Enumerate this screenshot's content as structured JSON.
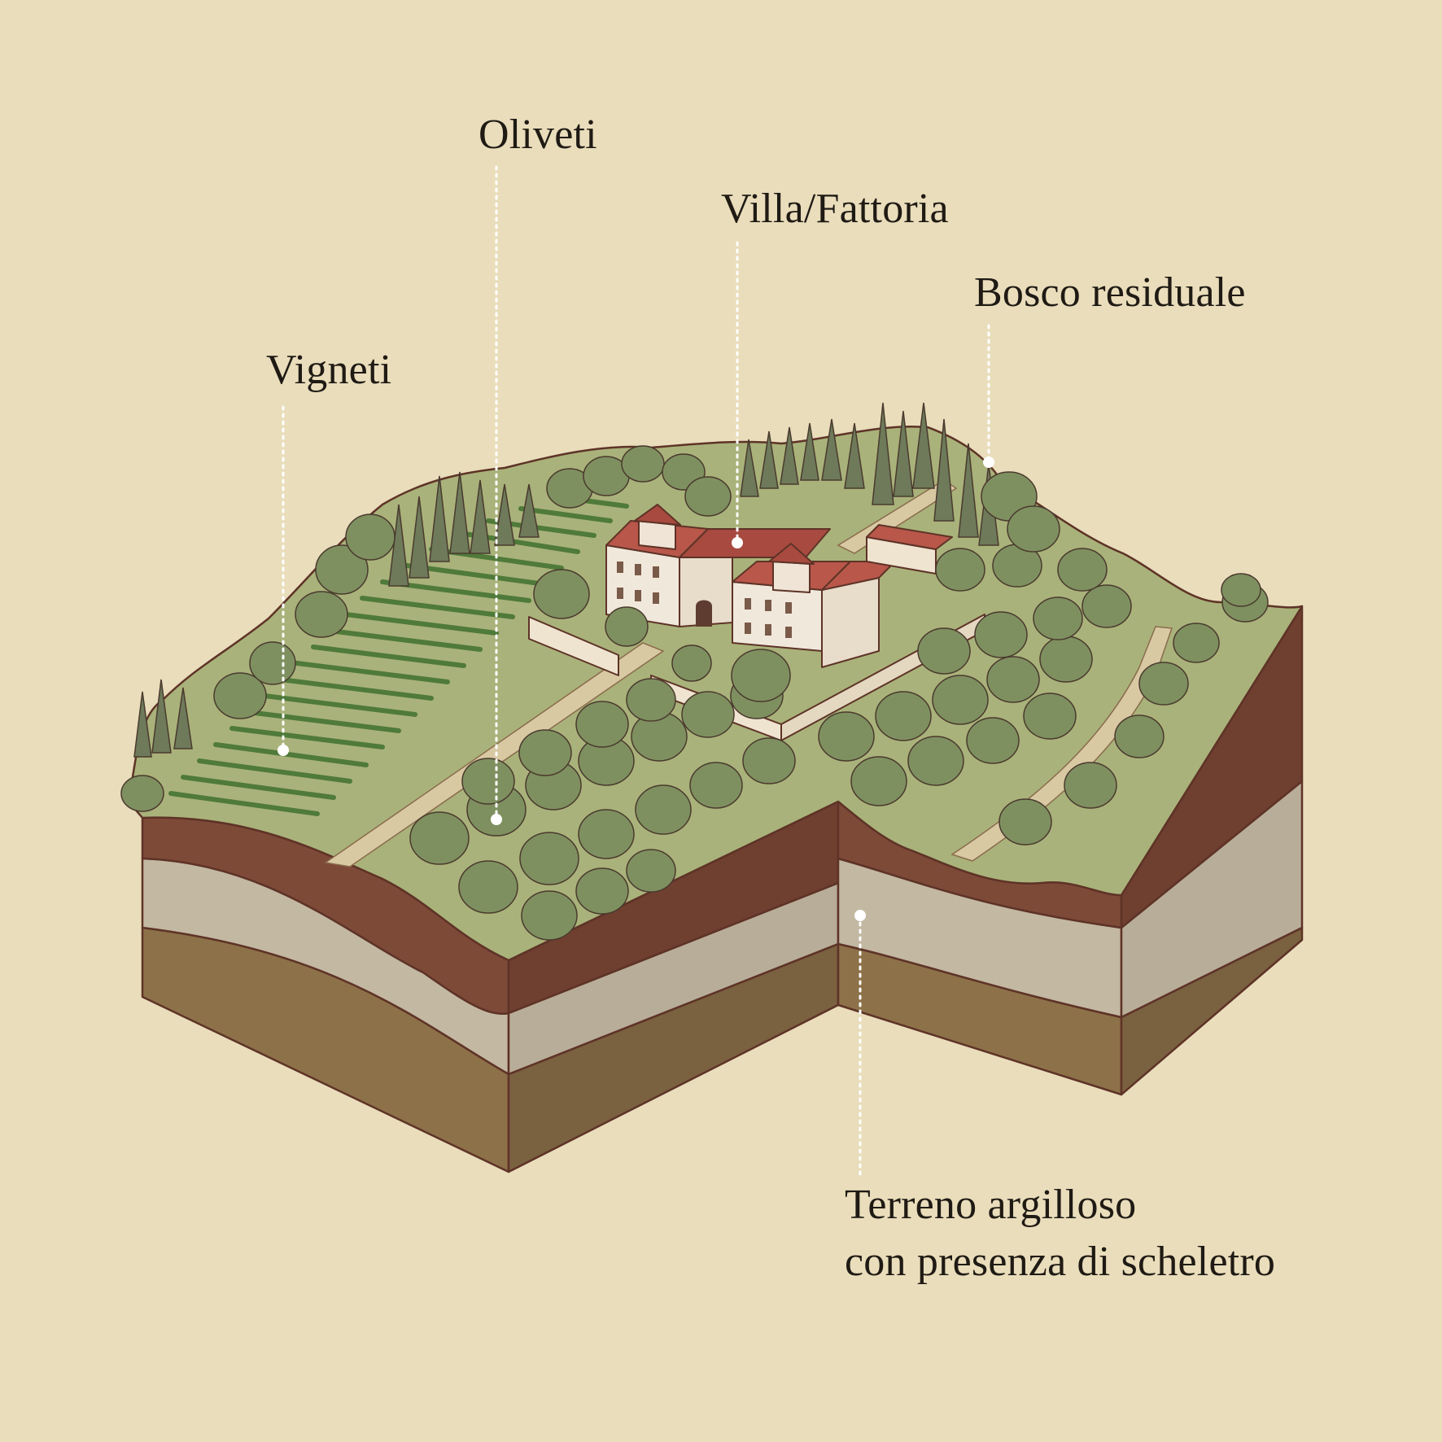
{
  "labels": {
    "vigneti": "Vigneti",
    "oliveti": "Oliveti",
    "villa": "Villa/Fattoria",
    "bosco": "Bosco residuale",
    "terreno_line1": "Terreno argilloso",
    "terreno_line2": "con presenza di scheletro"
  },
  "colors": {
    "background": "#e9ddbb",
    "grass": "#a9b27a",
    "topsoil": "#7e4a38",
    "clay": "#c3b8a2",
    "subsoil": "#8d7149",
    "roof": "#b8574a",
    "wall": "#f1e8dc",
    "tree": "#7f9060",
    "cypress": "#6e7a5a",
    "leader_line": "#ffffff"
  }
}
